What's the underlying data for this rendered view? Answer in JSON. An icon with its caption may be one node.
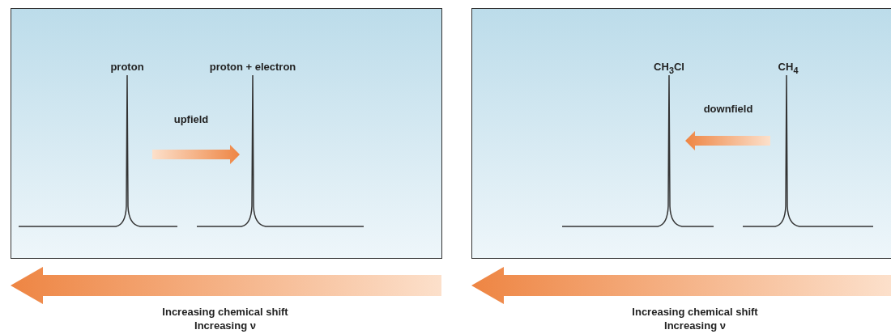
{
  "diagram": {
    "nodes": [
      {
        "text": [
          "proton",
          "proton + electron",
          "upfield"
        ]
      },
      {
        "text": [
          "CH$_{3}$Cl",
          "CH$_{4}$",
          "downfield"
        ]
      }
    ],
    "labels": [
      "Increasing chemical shift",
      "Increasing ν",
      "Increasing chemical shift",
      "Increasing ν"
    ]
  }
}
